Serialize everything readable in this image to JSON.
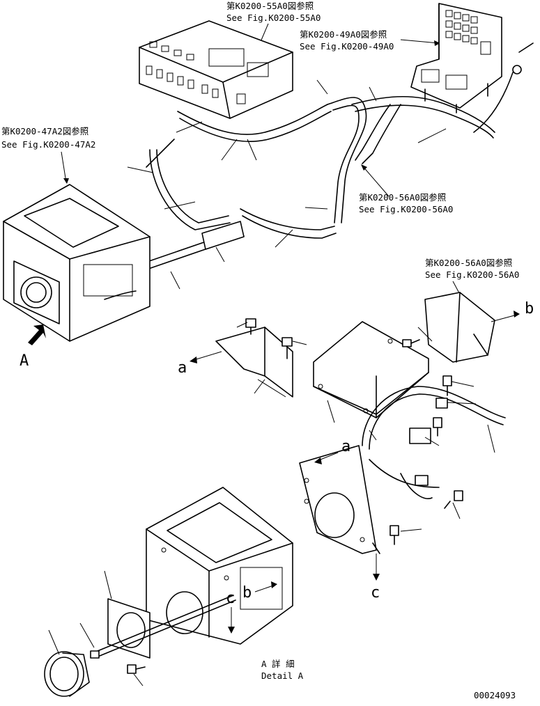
{
  "refs": {
    "k0200_55a0": {
      "jp": "第K0200-55A0図参照",
      "en": "See Fig.K0200-55A0"
    },
    "k0200_49a0": {
      "jp": "第K0200-49A0図参照",
      "en": "See Fig.K0200-49A0"
    },
    "k0200_47a2": {
      "jp": "第K0200-47A2図参照",
      "en": "See Fig.K0200-47A2"
    },
    "k0200_56a0_upper": {
      "jp": "第K0200-56A0図参照",
      "en": "See Fig.K0200-56A0"
    },
    "k0200_56a0_lower": {
      "jp": "第K0200-56A0図参照",
      "en": "See Fig.K0200-56A0"
    }
  },
  "view_letters": {
    "view_a_main": "A",
    "a_left": "a",
    "a_mid": "a",
    "b_right": "b",
    "b_lower": "b",
    "c_lower": "c",
    "c_mid": "c"
  },
  "detail_label": {
    "jp": "A 詳 細",
    "en": "Detail A"
  },
  "drawing_number": "00024093"
}
